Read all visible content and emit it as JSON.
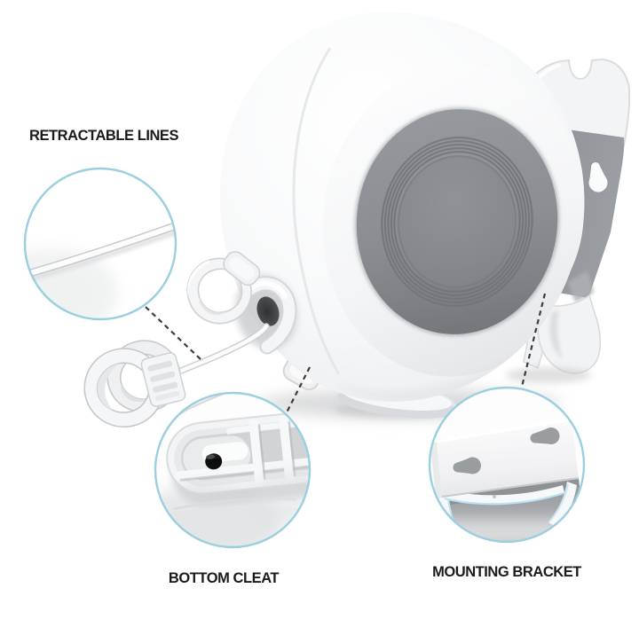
{
  "callouts": {
    "retractable_lines": {
      "label": "RETRACTABLE LINES"
    },
    "bottom_cleat": {
      "label": "BOTTOM CLEAT"
    },
    "mounting_bracket": {
      "label": "MOUNTING BRACKET"
    }
  },
  "colors": {
    "background": "#ffffff",
    "label_text": "#1b1b1b",
    "callout_ring": "#9bcfe0",
    "connector_dash": "#3c3c3c",
    "reel_pad_gray": "#8c8f93",
    "reel_groove_gray": "#7b7e82",
    "bracket_gray": "#8f9296",
    "body_white": "#f6f7f8"
  }
}
